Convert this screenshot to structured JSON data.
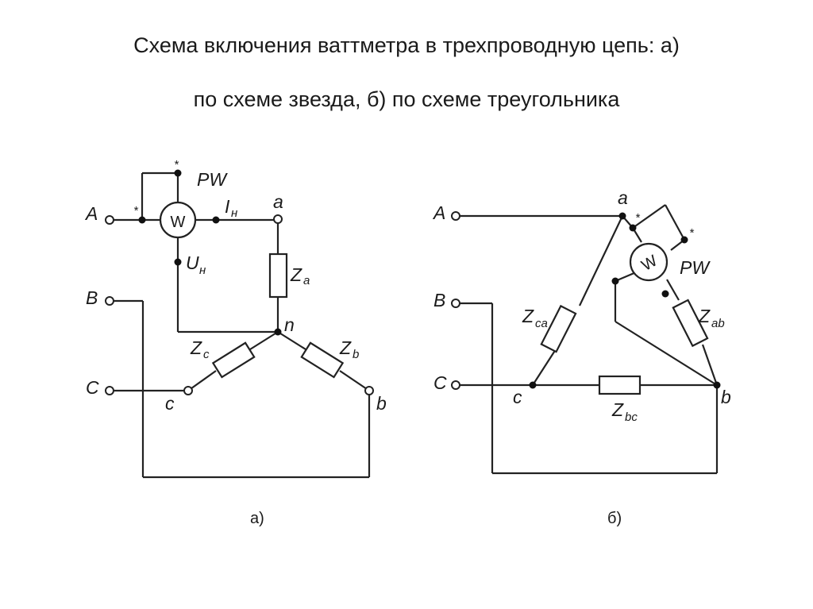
{
  "title": {
    "line1": "Схема включения ваттметра в трехпроводную цепь: а)",
    "line2": "по схеме звезда, б) по схеме треугольника"
  },
  "diagram_a": {
    "caption": "а)",
    "terminals": {
      "A": "A",
      "B": "B",
      "C": "C"
    },
    "nodes": {
      "a": "a",
      "b": "b",
      "c": "c",
      "n": "n"
    },
    "wattmeter": {
      "symbol": "W",
      "name": "PW",
      "star": "*"
    },
    "current_label": {
      "main": "I",
      "sub": "н"
    },
    "voltage_label": {
      "main": "U",
      "sub": "н"
    },
    "impedances": {
      "a": {
        "main": "Z",
        "sub": "a"
      },
      "b": {
        "main": "Z",
        "sub": "b"
      },
      "c": {
        "main": "Z",
        "sub": "c"
      }
    }
  },
  "diagram_b": {
    "caption": "б)",
    "terminals": {
      "A": "A",
      "B": "B",
      "C": "C"
    },
    "nodes": {
      "a": "a",
      "b": "b",
      "c": "c"
    },
    "wattmeter": {
      "symbol": "W",
      "name": "PW",
      "star": "*"
    },
    "impedances": {
      "ca": {
        "main": "Z",
        "sub": "ca"
      },
      "ab": {
        "main": "Z",
        "sub": "ab"
      },
      "bc": {
        "main": "Z",
        "sub": "bc"
      }
    }
  }
}
